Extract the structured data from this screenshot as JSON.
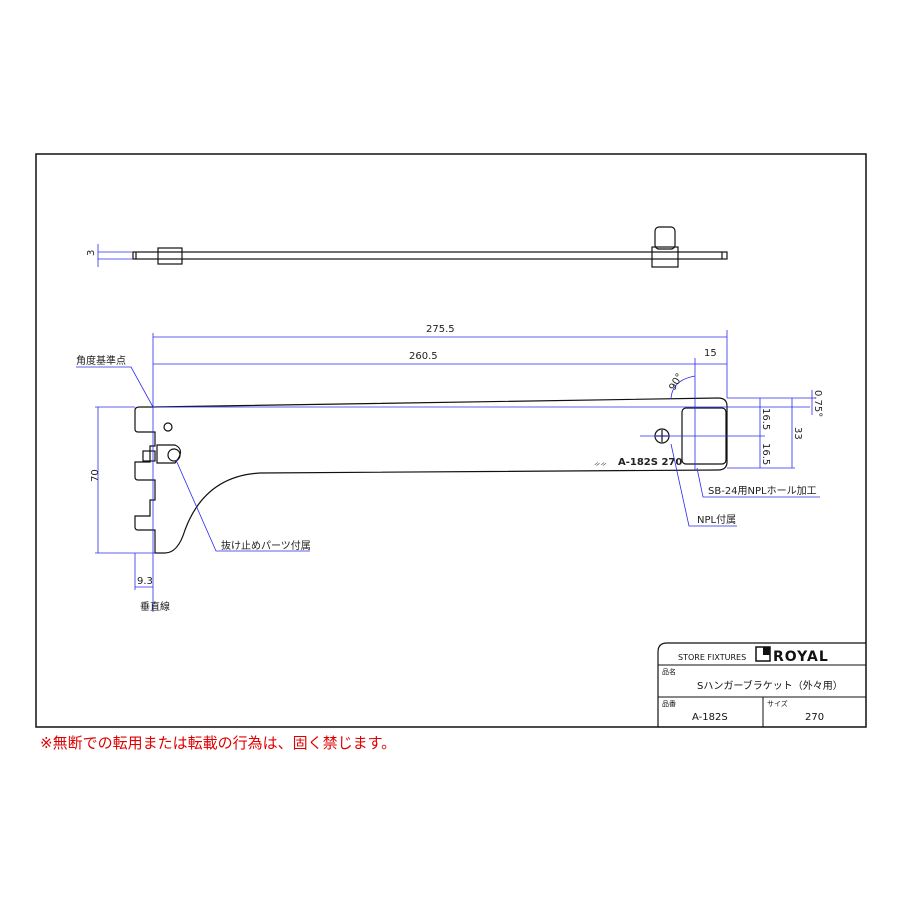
{
  "drawing": {
    "top_view": {
      "thickness_dim": "3"
    },
    "side_view": {
      "dim_total_length": "275.5",
      "dim_length": "260.5",
      "dim_end": "15",
      "dim_angle": "90°",
      "dim_tilt": "0.75°",
      "dim_half_upper": "16.5",
      "dim_half_lower": "16.5",
      "dim_end_height": "33",
      "dim_height": "70",
      "dim_offset": "9.3",
      "engraving": "A-182S  270",
      "labels": {
        "angle_reference": "角度基準点",
        "vertical_line": "垂直線",
        "retainer_part": "抜け止めパーツ付属",
        "npl_hole": "SB-24用NPLホール加工",
        "npl_included": "NPL付属"
      }
    }
  },
  "title_block": {
    "company_tag": "STORE FIXTURES",
    "logo_text": "ROYAL",
    "name_label": "品名",
    "name_value": "Sハンガーブラケット（外々用）",
    "part_no_label": "品番",
    "part_no_value": "A-182S",
    "size_label": "サイズ",
    "size_value": "270"
  },
  "notice": "※無断での転用または転載の行為は、固く禁じます。",
  "colors": {
    "dimension": "#2a2af0",
    "notice": "#e00000"
  }
}
